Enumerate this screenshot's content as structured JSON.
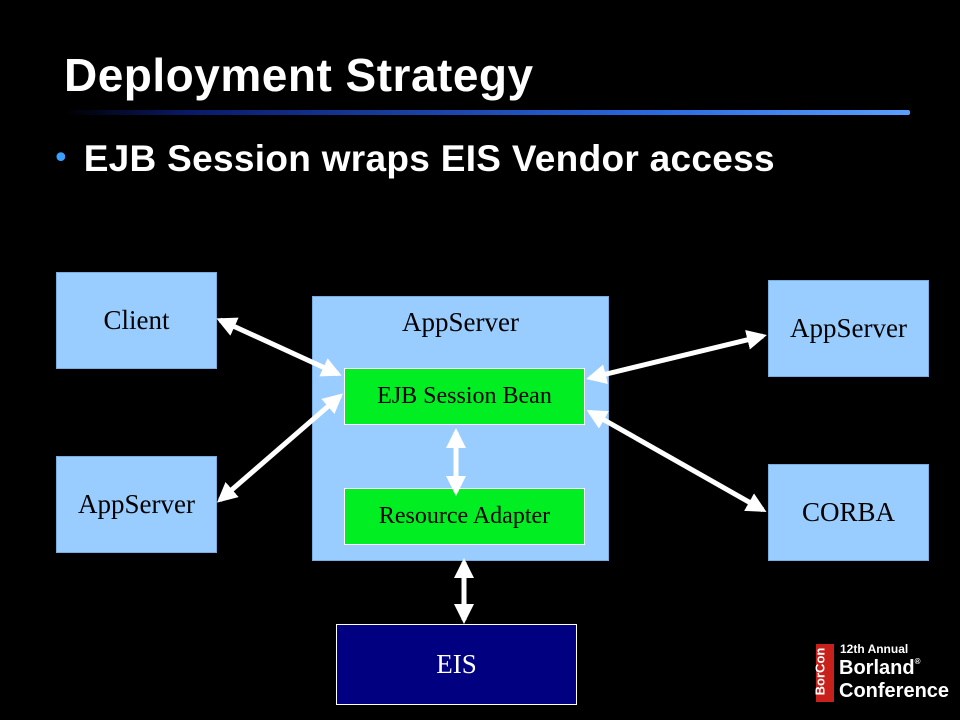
{
  "slide": {
    "title": "Deployment Strategy",
    "bullet": "EJB Session wraps EIS Vendor access"
  },
  "diagram": {
    "client": "Client",
    "appserver_left": "AppServer",
    "appserver_center": "AppServer",
    "ejb_session_bean": "EJB Session Bean",
    "resource_adapter": "Resource Adapter",
    "appserver_right": "AppServer",
    "corba": "CORBA",
    "eis": "EIS"
  },
  "logo": {
    "vertical_text": "BorCon",
    "line1": "12th Annual",
    "line2": "Borland",
    "registered": "®",
    "line3": "Conference"
  },
  "colors": {
    "background": "#000000",
    "box_light_blue": "#99ccff",
    "box_green": "#00ee22",
    "box_dark_blue": "#000080",
    "bullet_accent": "#3aa0ff",
    "logo_red": "#c8201a"
  }
}
